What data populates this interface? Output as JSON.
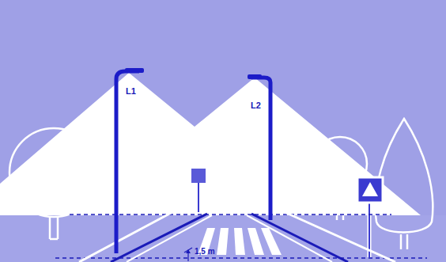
{
  "diagram": {
    "labels": [
      "L1",
      "L2",
      "1,5 m"
    ]
  }
}
